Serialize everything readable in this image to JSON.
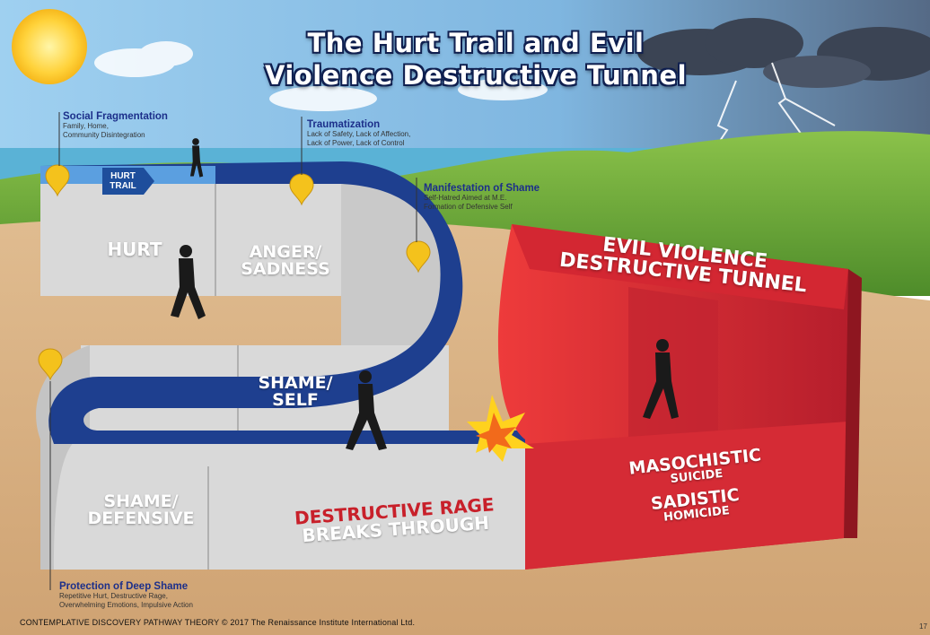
{
  "title": {
    "line1": "The Hurt Trail and Evil",
    "line2": "Violence Destructive Tunnel"
  },
  "hurt_trail_label": {
    "line1": "HURT",
    "line2": "TRAIL"
  },
  "annotations": {
    "social_fragmentation": {
      "heading": "Social Fragmentation",
      "line1": "Family, Home,",
      "line2": "Community Disintegration"
    },
    "traumatization": {
      "heading": "Traumatization",
      "line1": "Lack of Safety, Lack of Affection,",
      "line2": "Lack of Power, Lack of Control"
    },
    "manifestation_of_shame": {
      "heading": "Manifestation of Shame",
      "line1": "Self-Hatred Aimed at M.E.",
      "line2": "Formation of Defensive Self"
    },
    "protection_of_deep_shame": {
      "heading": "Protection of Deep Shame",
      "line1": "Repetitive Hurt, Destructive Rage,",
      "line2": "Overwhelming Emotions, Impulsive Action"
    }
  },
  "segments": {
    "hurt": "HURT",
    "anger": {
      "line1": "ANGER/",
      "line2": "SADNESS"
    },
    "shame_self": {
      "line1": "SHAME/",
      "line2": "SELF"
    },
    "shame_defensive": {
      "line1": "SHAME/",
      "line2": "DEFENSIVE"
    }
  },
  "destructive_rage": {
    "line1": "DESTRUCTIVE RAGE",
    "line2": "BREAKS THROUGH"
  },
  "tunnel": {
    "title_line1": "EVIL VIOLENCE",
    "title_line2": "DESTRUCTIVE TUNNEL",
    "masochistic": "MASOCHISTIC",
    "suicide": "SUICIDE",
    "sadistic": "SADISTIC",
    "homicide": "HOMICIDE"
  },
  "footer": "CONTEMPLATIVE DISCOVERY PATHWAY THEORY  © 2017 The Renaissance Institute International Ltd.",
  "page_number": "17",
  "colors": {
    "trail_blue": "#1e3f8f",
    "wall_gray": "#d6d6d6",
    "tunnel_red": "#d52b35",
    "sky": "#8ec3ea",
    "grass": "#6ea93a",
    "sand": "#d9b48a",
    "marker": "#f4c21c"
  },
  "icons": [
    "sun-icon",
    "storm-cloud-icon",
    "lightning-icon",
    "location-marker-icon",
    "walking-person-icon",
    "explosion-icon"
  ]
}
